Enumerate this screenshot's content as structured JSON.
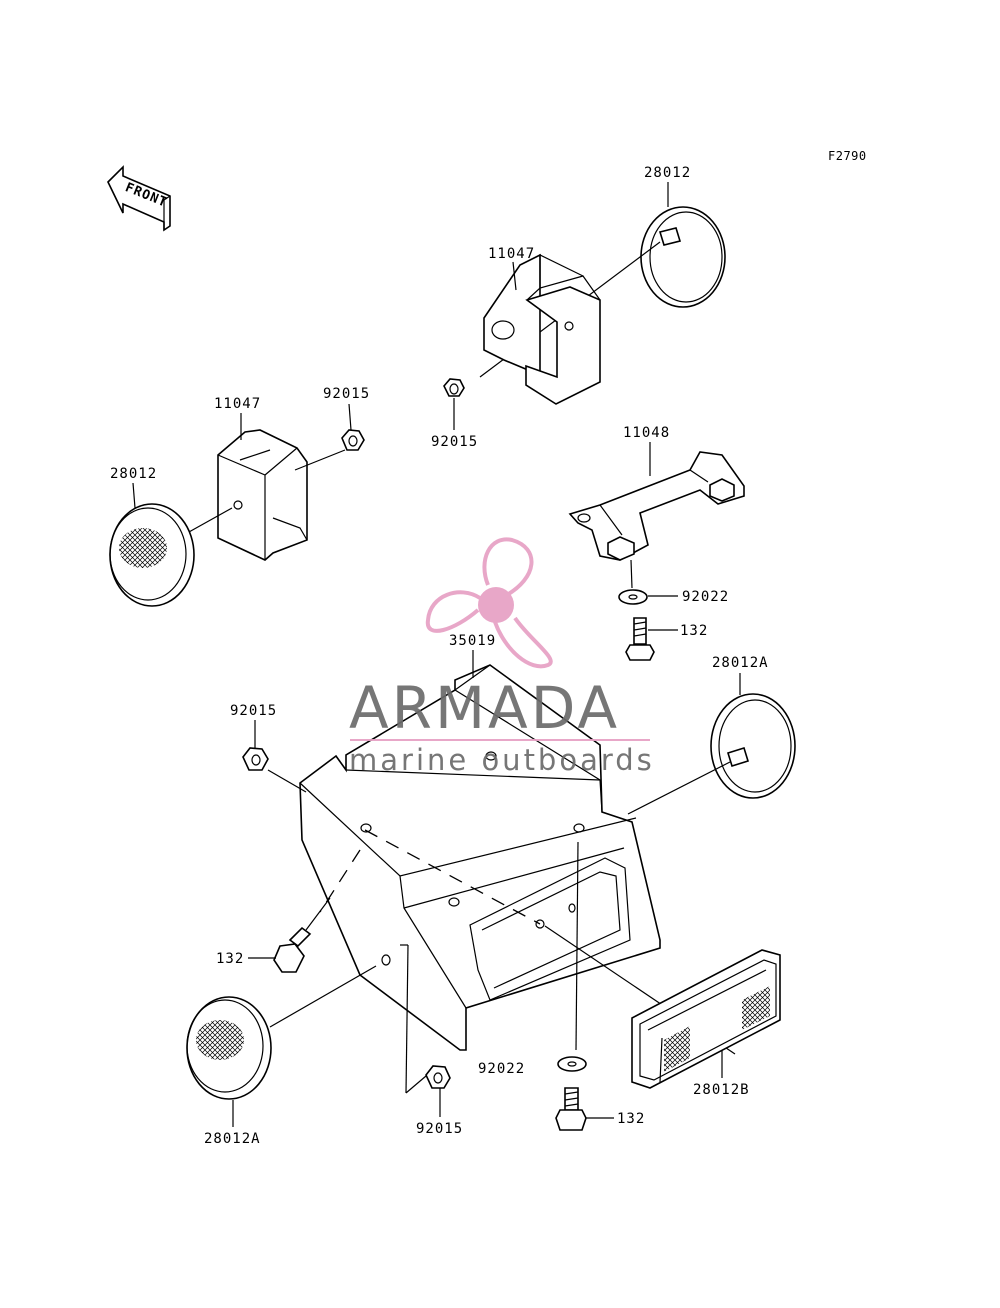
{
  "figure": {
    "code": "F2790",
    "front_label": "FRONT"
  },
  "watermark": {
    "brand": "ARMADA",
    "tagline": "marine outboards",
    "logo_color": "#e7a0c4",
    "text_color": "#6b6b6b"
  },
  "callouts": [
    {
      "id": "c-28012-top",
      "text": "28012"
    },
    {
      "id": "c-11047-top",
      "text": "11047"
    },
    {
      "id": "c-92015-top",
      "text": "92015"
    },
    {
      "id": "c-11047-left",
      "text": "11047"
    },
    {
      "id": "c-92015-left",
      "text": "92015"
    },
    {
      "id": "c-28012-left",
      "text": "28012"
    },
    {
      "id": "c-11048",
      "text": "11048"
    },
    {
      "id": "c-92022-top",
      "text": "92022"
    },
    {
      "id": "c-132-top",
      "text": "132"
    },
    {
      "id": "c-35019",
      "text": "35019"
    },
    {
      "id": "c-28012A-right",
      "text": "28012A"
    },
    {
      "id": "c-92015-mid",
      "text": "92015"
    },
    {
      "id": "c-132-left",
      "text": "132"
    },
    {
      "id": "c-92022-bottom",
      "text": "92022"
    },
    {
      "id": "c-28012B",
      "text": "28012B"
    },
    {
      "id": "c-132-bottom",
      "text": "132"
    },
    {
      "id": "c-28012A-left",
      "text": "28012A"
    },
    {
      "id": "c-92015-bottom",
      "text": "92015"
    }
  ]
}
